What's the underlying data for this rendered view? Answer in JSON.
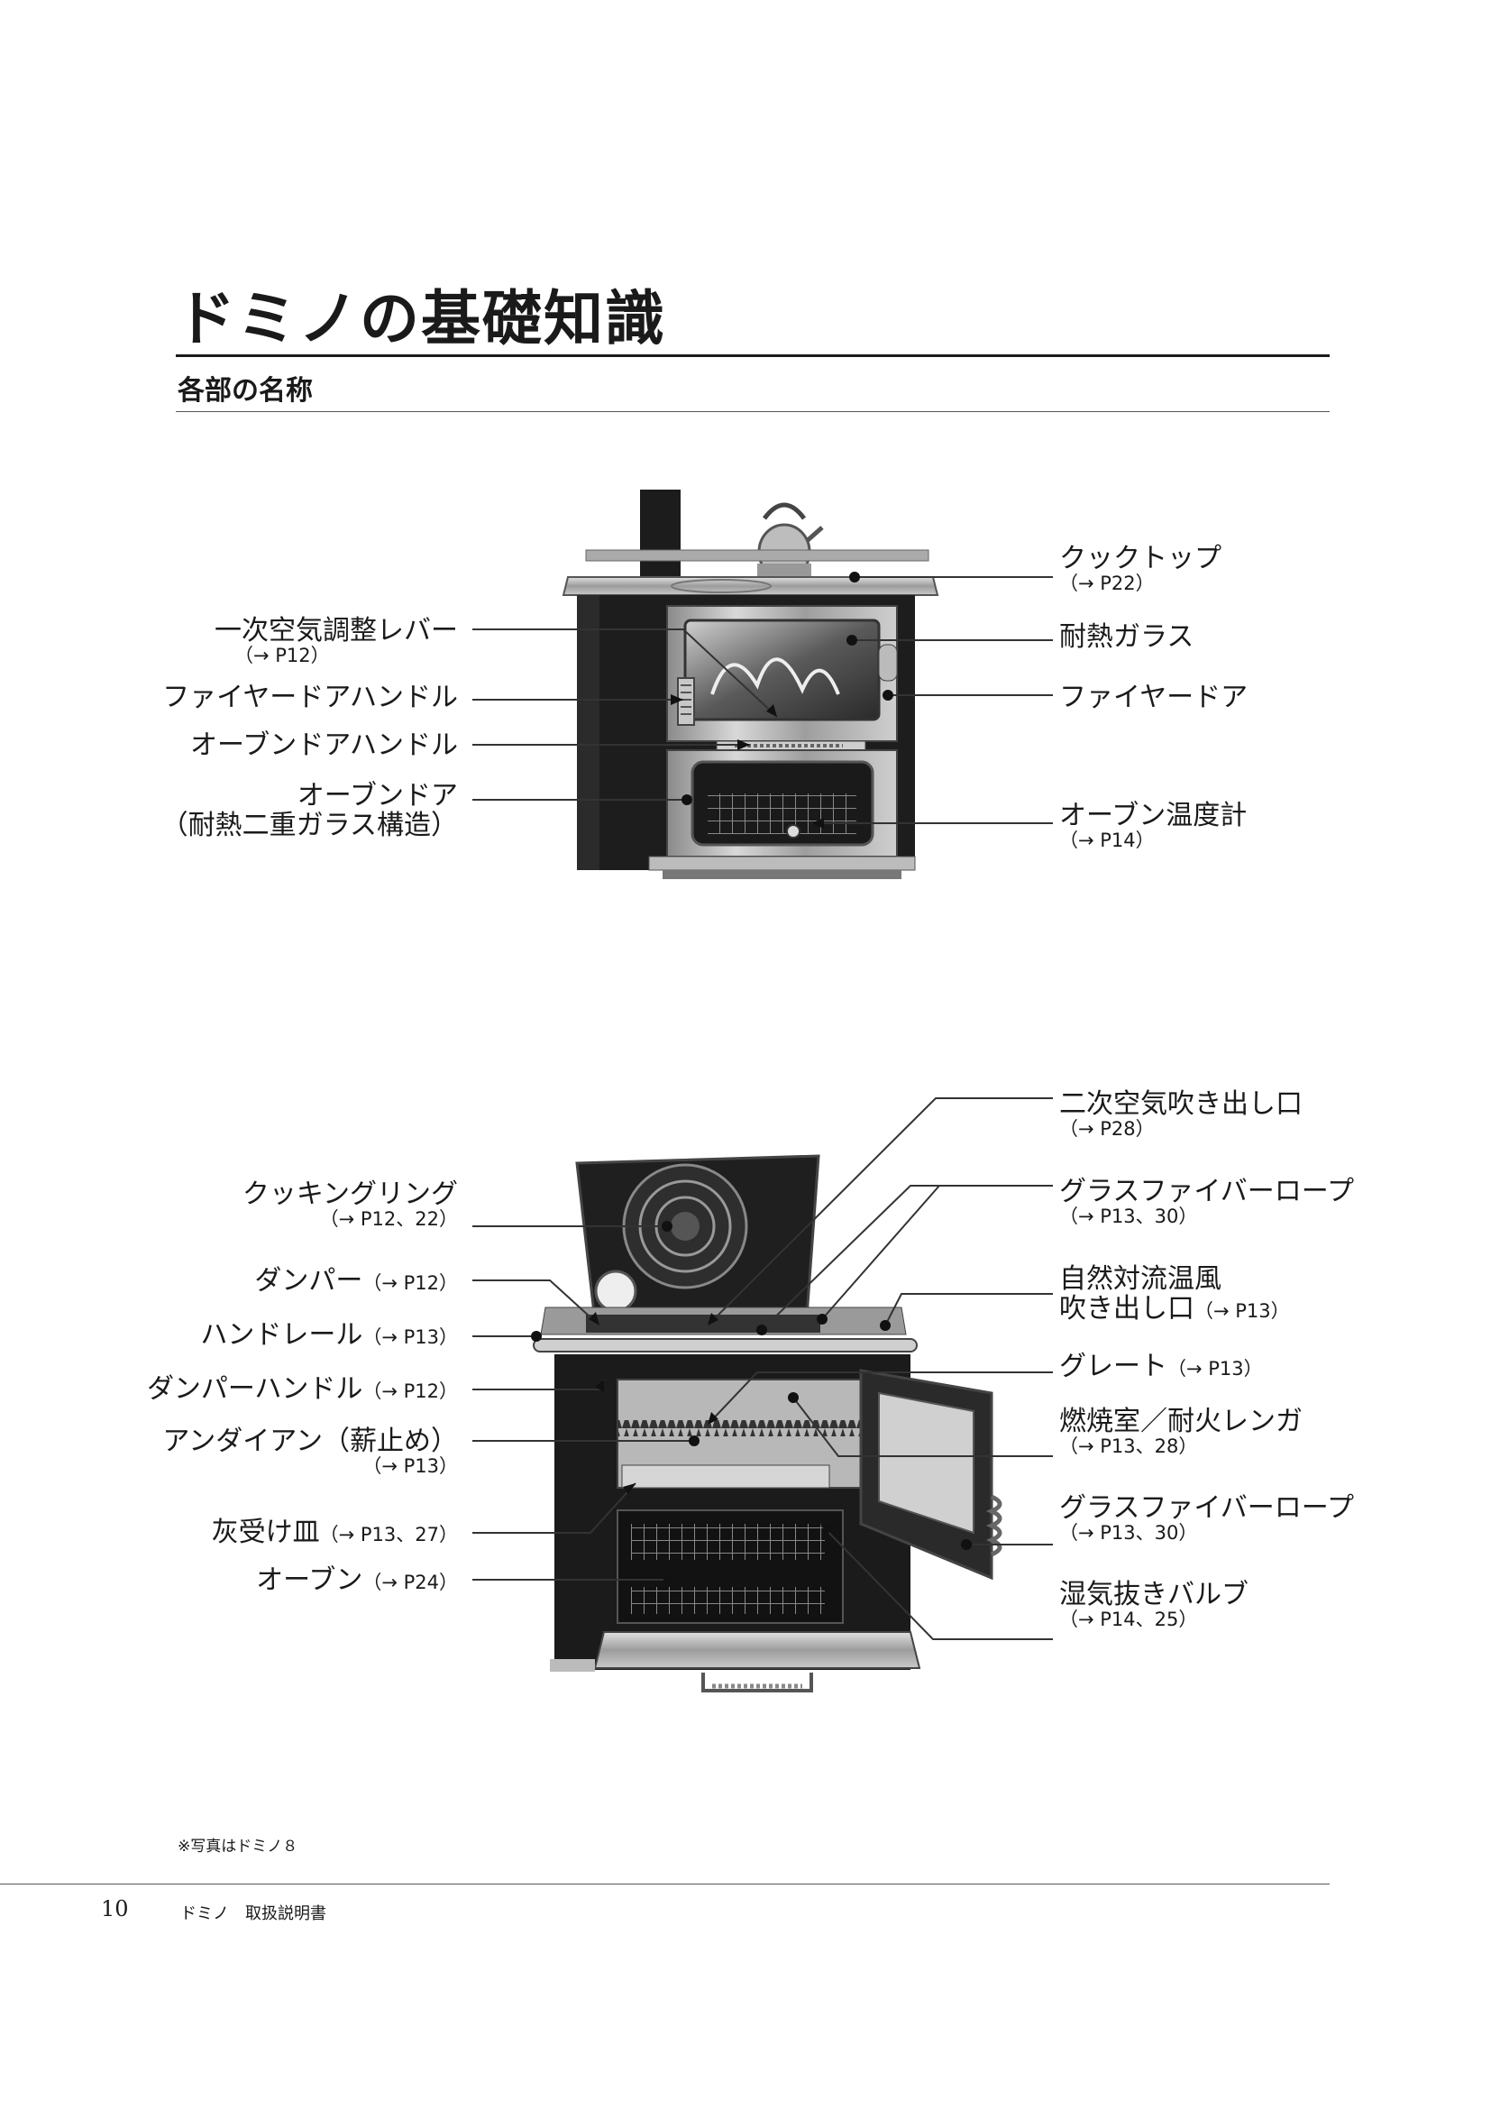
{
  "page": {
    "title": "ドミノの基礎知識",
    "section": "各部の名称",
    "footnote": "※写真はドミノ８",
    "page_number": "10",
    "footer_title": "ドミノ　取扱説明書"
  },
  "figure1": {
    "labels": {
      "primary_air_lever": {
        "name": "一次空気調整レバー",
        "ref": "（→ P12）"
      },
      "firebox_door_handle": {
        "name": "ファイヤードアハンドル"
      },
      "oven_door_handle": {
        "name": "オーブンドアハンドル"
      },
      "oven_door": {
        "name": "オーブンドア",
        "name2": "（耐熱二重ガラス構造）"
      },
      "cooktop": {
        "name": "クックトップ",
        "ref": "（→ P22）"
      },
      "heat_glass": {
        "name": "耐熱ガラス"
      },
      "firebox_door": {
        "name": "ファイヤードア"
      },
      "oven_thermometer": {
        "name": "オーブン温度計",
        "ref": "（→ P14）"
      }
    }
  },
  "figure2": {
    "labels": {
      "cooking_ring": {
        "name": "クッキングリング",
        "ref": "（→ P12、22）"
      },
      "damper": {
        "name": "ダンパー",
        "ref": "（→ P12）"
      },
      "handrail": {
        "name": "ハンドレール",
        "ref": "（→ P13）"
      },
      "damper_handle": {
        "name": "ダンパーハンドル",
        "ref": "（→ P12）"
      },
      "andiron": {
        "name": "アンダイアン（薪止め）",
        "ref": "（→ P13）"
      },
      "ash_pan": {
        "name": "灰受け皿",
        "ref": "（→ P13、27）"
      },
      "oven": {
        "name": "オーブン",
        "ref": "（→ P24）"
      },
      "secondary_air_outlet": {
        "name": "二次空気吹き出し口",
        "ref": "（→ P28）"
      },
      "glass_fiber_rope_top": {
        "name": "グラスファイバーロープ",
        "ref": "（→ P13、30）"
      },
      "convection_outlet": {
        "name": "自然対流温風",
        "name2": "吹き出し口",
        "ref": "（→ P13）"
      },
      "grate": {
        "name": "グレート",
        "ref": "（→ P13）"
      },
      "combustion_chamber": {
        "name": "燃焼室／耐火レンガ",
        "ref": "（→ P13、28）"
      },
      "glass_fiber_rope_door": {
        "name": "グラスファイバーロープ",
        "ref": "（→ P13、30）"
      },
      "humidity_valve": {
        "name": "湿気抜きバルブ",
        "ref": "（→ P14、25）"
      }
    }
  }
}
